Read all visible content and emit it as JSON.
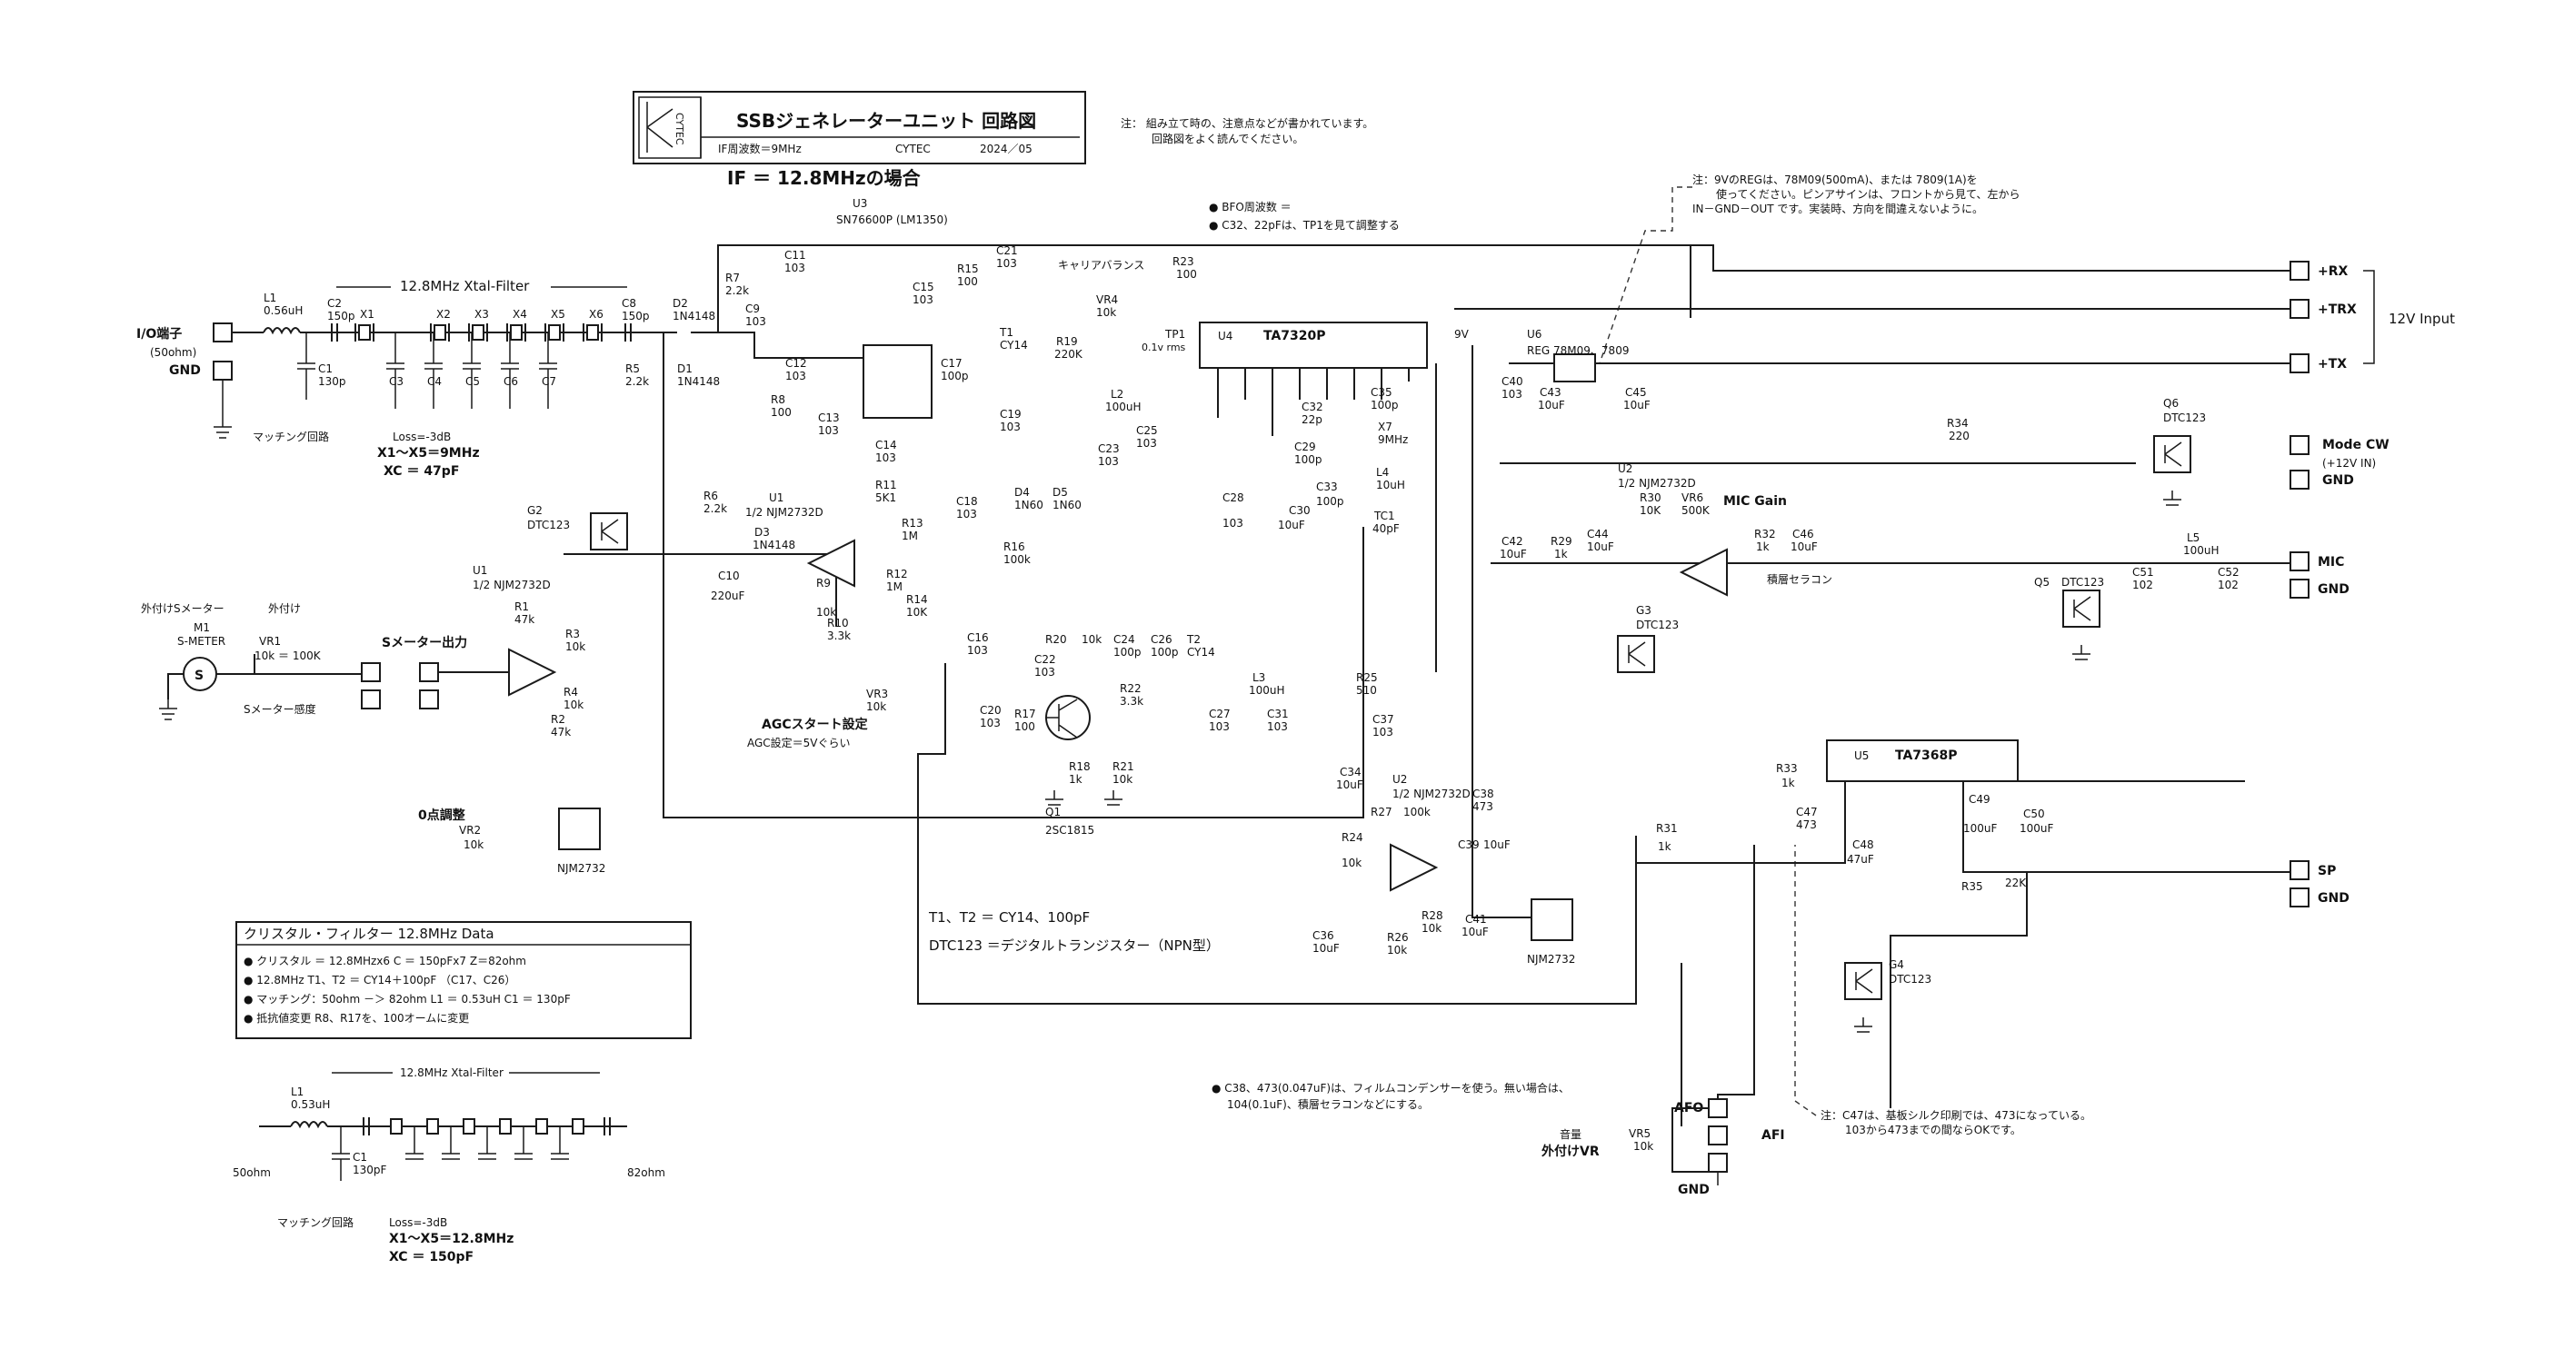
{
  "title_block": {
    "logo_text": "CYTEC",
    "title": "SSBジェネレーターユニット 回路図",
    "if_freq": "IF周波数＝9MHz",
    "maker": "CYTEC",
    "date": "2024／05",
    "if_case": "IF ＝ 12.8MHzの場合"
  },
  "notes": {
    "note1_line1": "注： 組み立て時の、注意点などが書かれています。",
    "note1_line2": "回路図をよく読んでください。",
    "note2_line1": "注：9VのREGは、78M09(500mA)、または 7809(1A)を",
    "note2_line2": "使ってください。ピンアサインは、フロントから見て、左から",
    "note2_line3": "IN－GND－OUT です。実装時、方向を間違えないように。",
    "bfo1": "● BFO周波数 ＝",
    "bfo2": "● C32、22pFは、TP1を見て調整する",
    "c38": "● C38、473(0.047uF)は、フィルムコンデンサーを使う。無い場合は、",
    "c38b": "104(0.1uF)、積層セラコンなどにする。",
    "c47": "注：C47は、基板シルク印刷では、473になっている。",
    "c47b": "103から473までの間ならOKです。",
    "t1t2": "T1、T2 ＝ CY14、100pF",
    "dtc": "DTC123 ＝デジタルトランジスター（NPN型）"
  },
  "crystal_box": {
    "title": "クリスタル・フィルター 12.8MHz Data",
    "line1": "● クリスタル ＝ 12.8MHzx6   C ＝ 150pFx7   Z＝82ohm",
    "line2": "● 12.8MHz  T1、T2 ＝ CY14＋100pF （C17、C26）",
    "line3": "● マッチング：50ohm －＞ 82ohm  L1 ＝ 0.53uH  C1 ＝ 130pF",
    "line4": "● 抵抗値変更 R8、R17を、100オームに変更"
  },
  "filter_top": {
    "title": "12.8MHz Xtal-Filter",
    "l1": "L1",
    "l1v": "0.56uH",
    "c1": "C1",
    "c1v": "130p",
    "caps": [
      "C2",
      "C3",
      "C4",
      "C5",
      "C6",
      "C7",
      "C8"
    ],
    "capv": "150p",
    "xtals": [
      "X1",
      "X2",
      "X3",
      "X4",
      "X5",
      "X6"
    ],
    "match": "マッチング回路",
    "loss": "Loss=-3dB",
    "xdef": "X1～X5＝9MHz",
    "xc": "XC ＝ 47pF",
    "io": "I/O端子",
    "io2": "(50ohm)",
    "gnd": "GND"
  },
  "filter_bottom": {
    "title": "12.8MHz Xtal-Filter",
    "l1": "L1",
    "l1v": "0.53uH",
    "c1": "C1",
    "c1v": "130pF",
    "capv": "150p",
    "left": "50ohm",
    "right": "82ohm",
    "match": "マッチング回路",
    "loss": "Loss=-3dB",
    "xdef": "X1～X5＝12.8MHz",
    "xc": "XC ＝ 150pF"
  },
  "ics": {
    "u3": "U3",
    "u3n": "SN76600P (LM1350)",
    "u4": "U4",
    "u4n": "TA7320P",
    "u5": "U5",
    "u5n": "TA7368P",
    "u6": "U6",
    "u6n": "REG 78M09、7809",
    "u1a": "U1",
    "u1an": "1/2 NJM2732D",
    "u2a": "U2",
    "u2an": "1/2 NJM2732D",
    "njm": "NJM2732"
  },
  "connectors": {
    "rx": "+RX",
    "trx": "+TRX",
    "tx": "+TX",
    "input": "12V Input",
    "cw": "Mode CW",
    "cw2": "(+12V IN)",
    "gnd": "GND",
    "mic": "MIC",
    "sp": "SP",
    "afo": "AFO",
    "afi": "AFI",
    "vr": "音量",
    "vr2": "外付けVR",
    "vr5": "VR5",
    "vr5v": "10k"
  },
  "smeter": {
    "ext": "外付けSメーター",
    "ext2": "外付け",
    "m1": "M1",
    "m1n": "S-METER",
    "vr1": "VR1",
    "vr1v": "10k ＝ 100K",
    "out": "Sメーター出力",
    "sens": "Sメーター感度",
    "zero": "0点調整",
    "vr2": "VR2",
    "vr2v": "10k"
  },
  "labels": {
    "carrier": "キャリアバランス",
    "agc": "AGCスタート設定",
    "agcset": "AGC設定＝5Vぐらい",
    "micgain": "MIC Gain",
    "cera": "積層セラコン",
    "tp1": "TP1",
    "tp1v": "0.1v rms",
    "v9": "9V"
  },
  "parts": {
    "r7": "R7",
    "r7v": "2.2k",
    "c11": "C11",
    "c11v": "103",
    "d2": "D2",
    "d2v": "1N4148",
    "c9": "C9",
    "c9v": "103",
    "c15": "C15",
    "c15v": "103",
    "r15": "R15",
    "r15v": "100",
    "c21": "C21",
    "c21v": "103",
    "r23": "R23",
    "r23v": "100",
    "vr4": "VR4",
    "vr4v": "10k",
    "r19": "R19",
    "r19v": "220K",
    "t1": "T1",
    "t1v": "CY14",
    "c17": "C17",
    "c17v": "100p",
    "c12": "C12",
    "c12v": "103",
    "r8": "R8",
    "r8v": "100",
    "c13": "C13",
    "c13v": "103",
    "c14": "C14",
    "c14v": "103",
    "r11": "R11",
    "r11v": "5K1",
    "c19": "C19",
    "c19v": "103",
    "l2": "L2",
    "l2v": "100uH",
    "c23": "C23",
    "c23v": "103",
    "c25": "C25",
    "c25v": "103",
    "r5": "R5",
    "r5v": "2.2k",
    "d1": "D1",
    "d1v": "1N4148",
    "r6": "R6",
    "r6v": "2.2k",
    "g2": "G2",
    "g2v": "DTC123",
    "c10": "C10",
    "c10v": "220uF",
    "d3": "D3",
    "d3v": "1N4148",
    "r13": "R13",
    "r13v": "1M",
    "c18": "C18",
    "c18v": "103",
    "d4": "D4",
    "d4v": "1N60",
    "d5": "D5",
    "d5v": "1N60",
    "r16": "R16",
    "r16v": "100k",
    "r9": "R9",
    "r9v": "10k",
    "r12": "R12",
    "r12v": "1M",
    "r10": "R10",
    "r10v": "3.3k",
    "r14": "R14",
    "r14v": "10K",
    "vr3": "VR3",
    "vr3v": "10k",
    "c16": "C16",
    "c16v": "103",
    "r20": "R20",
    "r20v": "10k",
    "c24": "C24",
    "c24v": "100p",
    "c26": "C26",
    "c26v": "100p",
    "t2": "T2",
    "t2v": "CY14",
    "c22": "C22",
    "c22v": "103",
    "r22": "R22",
    "r22v": "3.3k",
    "c20": "C20",
    "c20v": "103",
    "r17": "R17",
    "r17v": "100",
    "q1": "Q1",
    "q1v": "2SC1815",
    "r18": "R18",
    "r18v": "1k",
    "r21": "R21",
    "r21v": "10k",
    "c27": "C27",
    "c27v": "103",
    "l3": "L3",
    "l3v": "100uH",
    "c31": "C31",
    "c31v": "103",
    "r25": "R25",
    "r25v": "510",
    "c37": "C37",
    "c37v": "103",
    "r1": "R1",
    "r1v": "47k",
    "r3": "R3",
    "r3v": "10k",
    "r4": "R4",
    "r4v": "10k",
    "r2": "R2",
    "r2v": "47k",
    "c28": "C28",
    "c28v": "103",
    "c30": "C30",
    "c30v": "10uF",
    "c29": "C29",
    "c29v": "100p",
    "c32": "C32",
    "c32v": "22p",
    "c33": "C33",
    "c33v": "100p",
    "c35": "C35",
    "c35v": "100p",
    "x7": "X7",
    "x7v": "9MHz",
    "l4": "L4",
    "l4v": "10uH",
    "tc1": "TC1",
    "tc1v": "40pF",
    "c40": "C40",
    "c40v": "103",
    "c43": "C43",
    "c43v": "10uF",
    "c45": "C45",
    "c45v": "10uF",
    "r34": "R34",
    "r34v": "220",
    "q6": "Q6",
    "q6v": "DTC123",
    "q5": "Q5",
    "q5v": "DTC123",
    "c42": "C42",
    "c42v": "10uF",
    "r29": "R29",
    "r29v": "1k",
    "c44": "C44",
    "c44v": "10uF",
    "r30": "R30",
    "r30v": "10K",
    "vr6": "VR6",
    "vr6v": "500K",
    "r32": "R32",
    "r32v": "1k",
    "c46": "C46",
    "c46v": "10uF",
    "l5": "L5",
    "l5v": "100uH",
    "c51": "C51",
    "c51v": "102",
    "c52": "C52",
    "c52v": "102",
    "g3": "G3",
    "g3v": "DTC123",
    "c34": "C34",
    "c34v": "10uF",
    "r27": "R27",
    "r27v": "100k",
    "c38p": "C38",
    "c38v": "473",
    "c39": "C39",
    "c39v": "10uF",
    "r24": "R24",
    "r24v": "10k",
    "r31": "R31",
    "r31v": "1k",
    "c36": "C36",
    "c36v": "10uF",
    "r26": "R26",
    "r26v": "10k",
    "r28": "R28",
    "r28v": "10k",
    "c41": "C41",
    "c41v": "10uF",
    "r33": "R33",
    "r33v": "1k",
    "c47": "C47",
    "c47v": "473",
    "c48": "C48",
    "c48v": "47uF",
    "c49": "C49",
    "c49v": "100uF",
    "c50": "C50",
    "c50v": "100uF",
    "r35": "R35",
    "r35v": "22K",
    "q4": "G4",
    "q4v": "DTC123"
  }
}
